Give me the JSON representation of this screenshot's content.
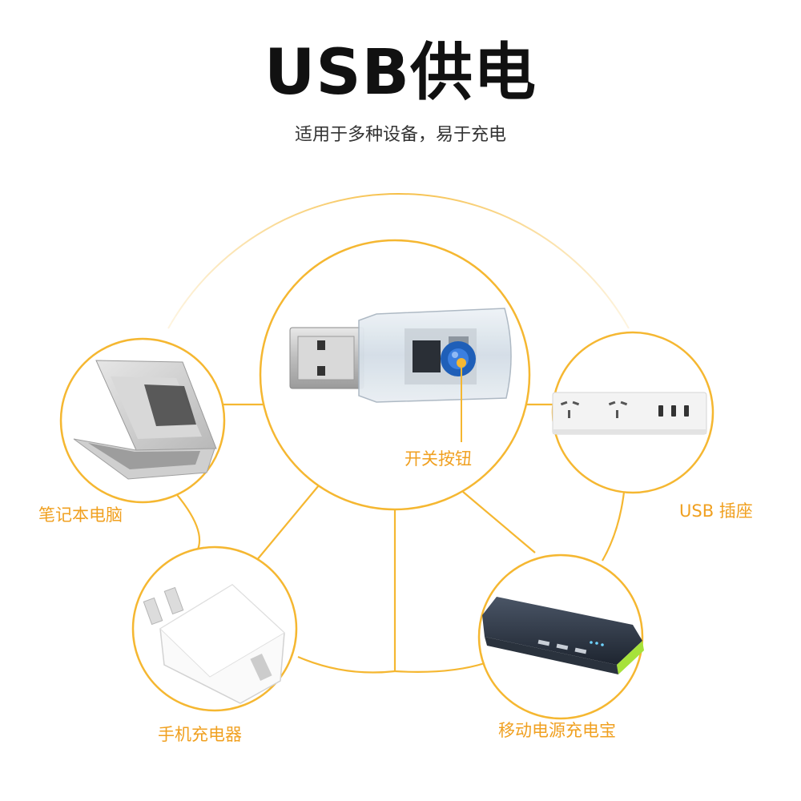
{
  "header": {
    "title": "USB供电",
    "subtitle": "适用于多种设备，易于充电"
  },
  "center": {
    "label": "开关按钮"
  },
  "devices": {
    "laptop": {
      "label": "笔记本电脑",
      "icon": "laptop-icon"
    },
    "power_strip": {
      "label": "USB 插座",
      "icon": "power-strip-icon"
    },
    "wall_charger": {
      "label": "手机充电器",
      "icon": "wall-charger-icon"
    },
    "power_bank": {
      "label": "移动电源充电宝",
      "icon": "power-bank-icon"
    }
  },
  "colors": {
    "accent": "#f5b731",
    "label": "#f0a020",
    "title": "#111111",
    "subtitle": "#333333",
    "switch_button": "#1f5fb8",
    "power_bank_accent": "#a6e23a"
  }
}
